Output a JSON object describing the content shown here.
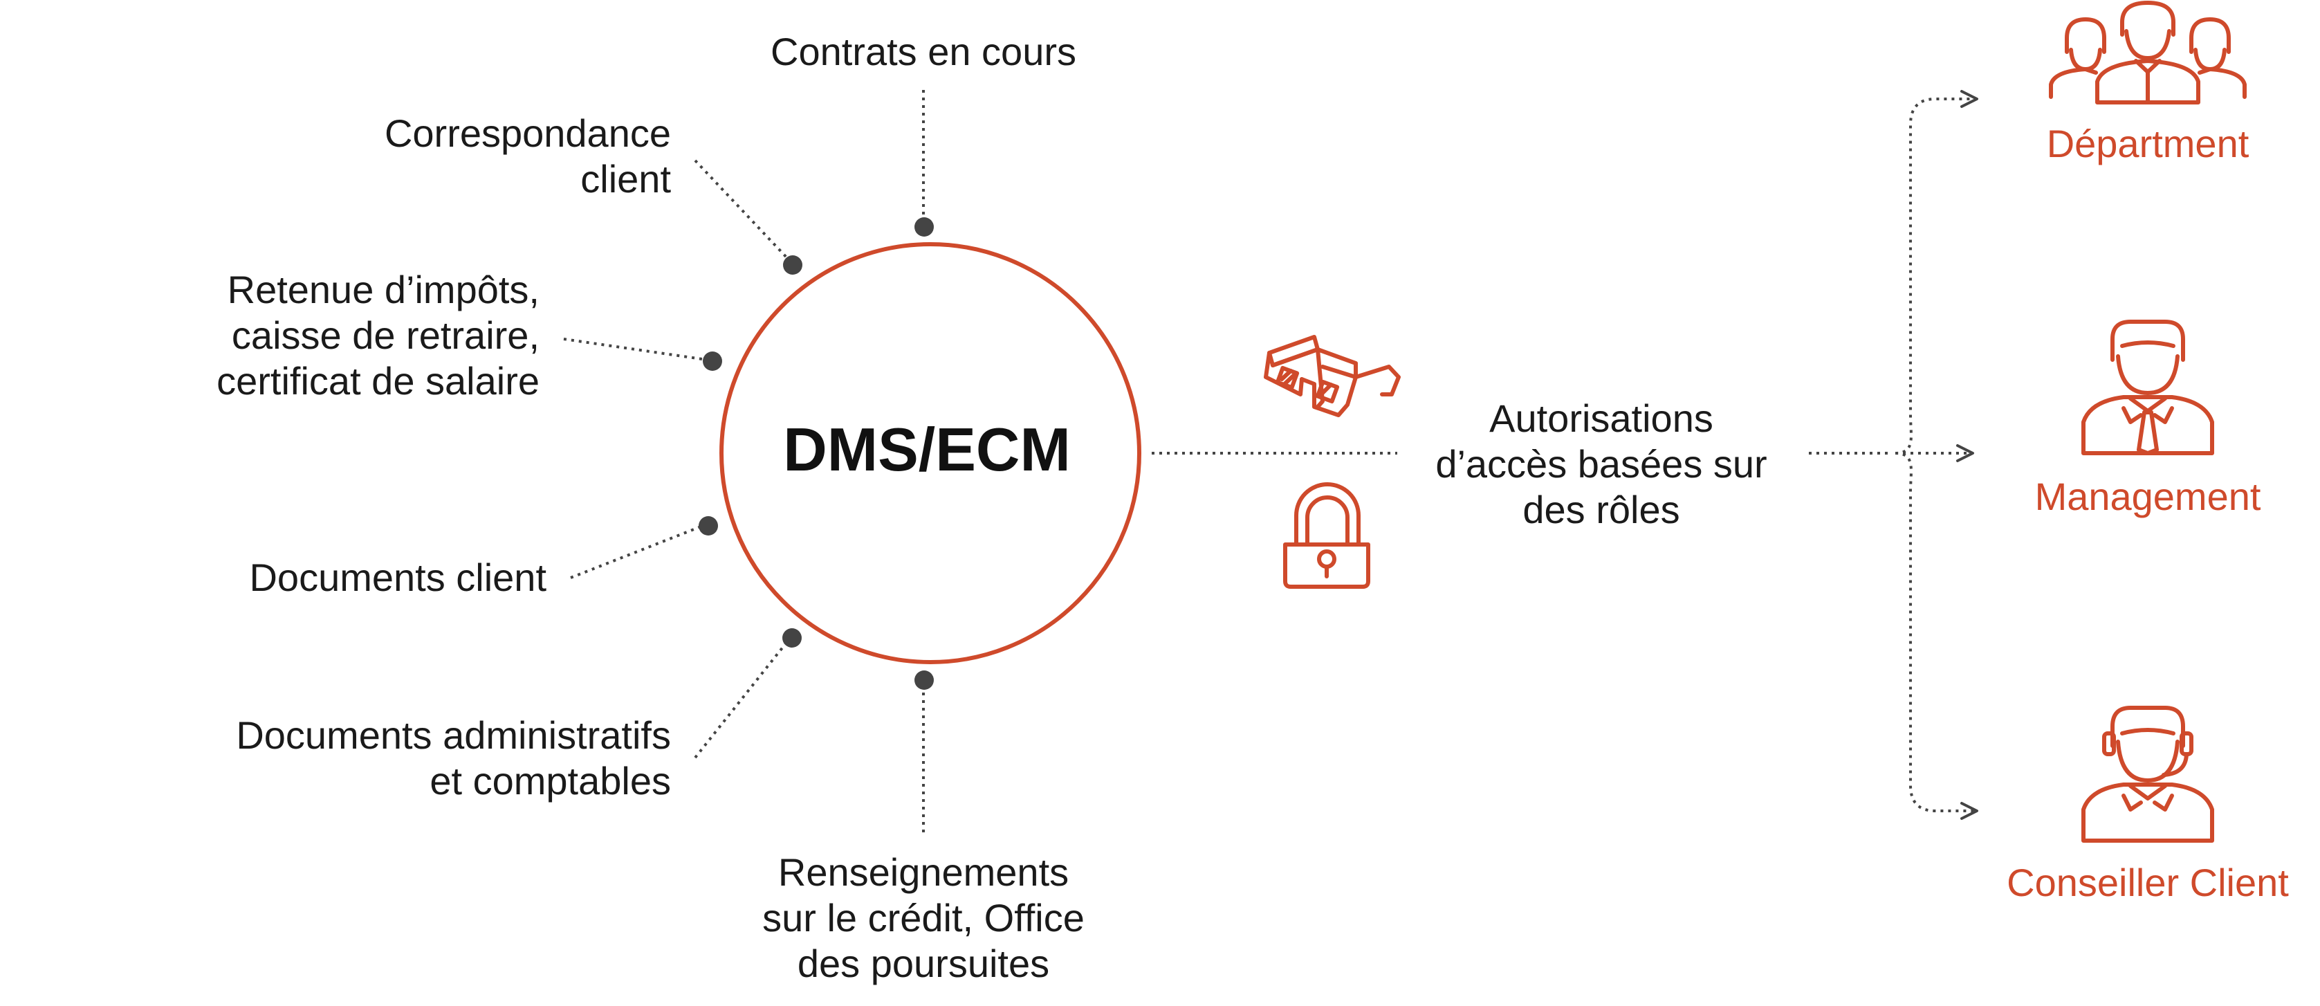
{
  "colors": {
    "accent": "#cf4a2b",
    "text": "#1a1a1a",
    "connector": "#444444"
  },
  "hub": {
    "label": "DMS/ECM"
  },
  "sources": {
    "contrats": "Contrats en cours",
    "correspondance": [
      "Correspondance",
      "client"
    ],
    "retenue": [
      "Retenue d’impôts,",
      "caisse de retraire,",
      "certificat de salaire"
    ],
    "documents_client": "Documents client",
    "documents_admin": [
      "Documents administratifs",
      "et comptables"
    ],
    "renseignements": [
      "Renseignements",
      "sur le crédit, Office",
      "des poursuites"
    ]
  },
  "access": {
    "label": [
      "Autorisations",
      "d’accès basées sur",
      "des rôles"
    ],
    "icons": [
      "glasses-3d-icon",
      "padlock-icon"
    ]
  },
  "roles": [
    {
      "label": "Départment",
      "icon": "team-icon"
    },
    {
      "label": "Management",
      "icon": "manager-icon"
    },
    {
      "label": "Conseiller Client",
      "icon": "support-agent-icon"
    }
  ]
}
